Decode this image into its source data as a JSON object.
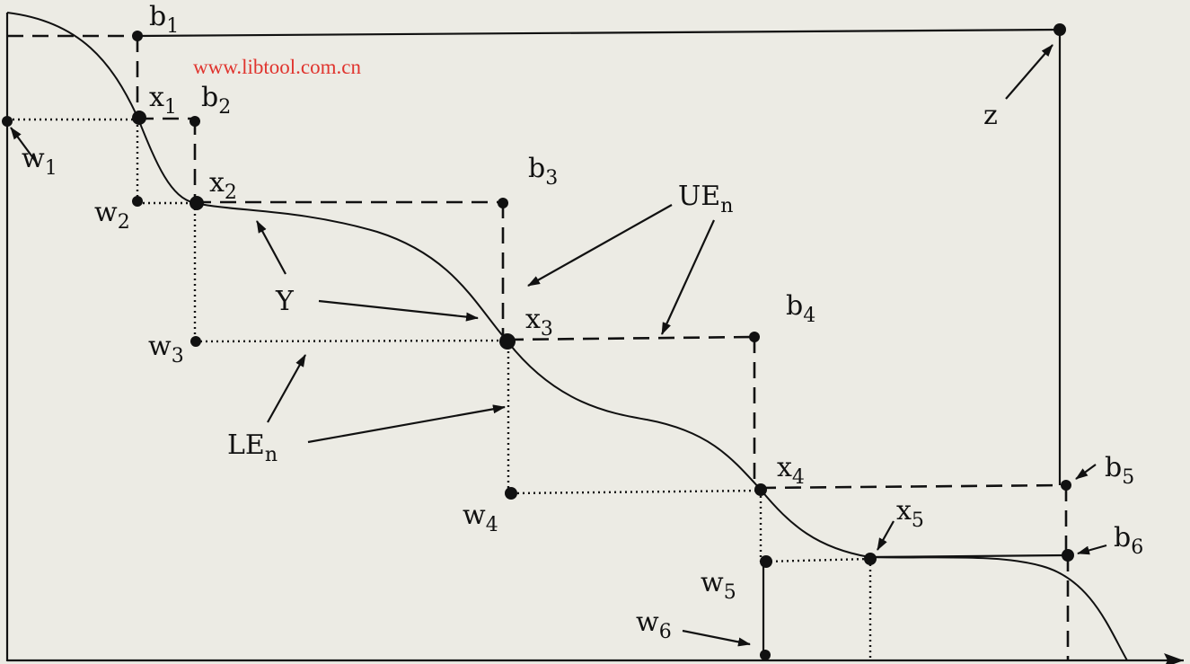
{
  "watermark": "www.libtool.com.cn",
  "labels": {
    "b1": {
      "base": "b",
      "sub": "1"
    },
    "b2": {
      "base": "b",
      "sub": "2"
    },
    "b3": {
      "base": "b",
      "sub": "3"
    },
    "b4": {
      "base": "b",
      "sub": "4"
    },
    "b5": {
      "base": "b",
      "sub": "5"
    },
    "b6": {
      "base": "b",
      "sub": "6"
    },
    "x1": {
      "base": "x",
      "sub": "1"
    },
    "x2": {
      "base": "x",
      "sub": "2"
    },
    "x3": {
      "base": "x",
      "sub": "3"
    },
    "x4": {
      "base": "x",
      "sub": "4"
    },
    "x5": {
      "base": "x",
      "sub": "5"
    },
    "w1": {
      "base": "w",
      "sub": "1"
    },
    "w2": {
      "base": "w",
      "sub": "2"
    },
    "w3": {
      "base": "w",
      "sub": "3"
    },
    "w4": {
      "base": "w",
      "sub": "4"
    },
    "w5": {
      "base": "w",
      "sub": "5"
    },
    "w6": {
      "base": "w",
      "sub": "6"
    },
    "z": "z",
    "Y": "Y",
    "UEn": {
      "base": "UE",
      "sub": "n"
    },
    "LEn": {
      "base": "LE",
      "sub": "n"
    }
  }
}
